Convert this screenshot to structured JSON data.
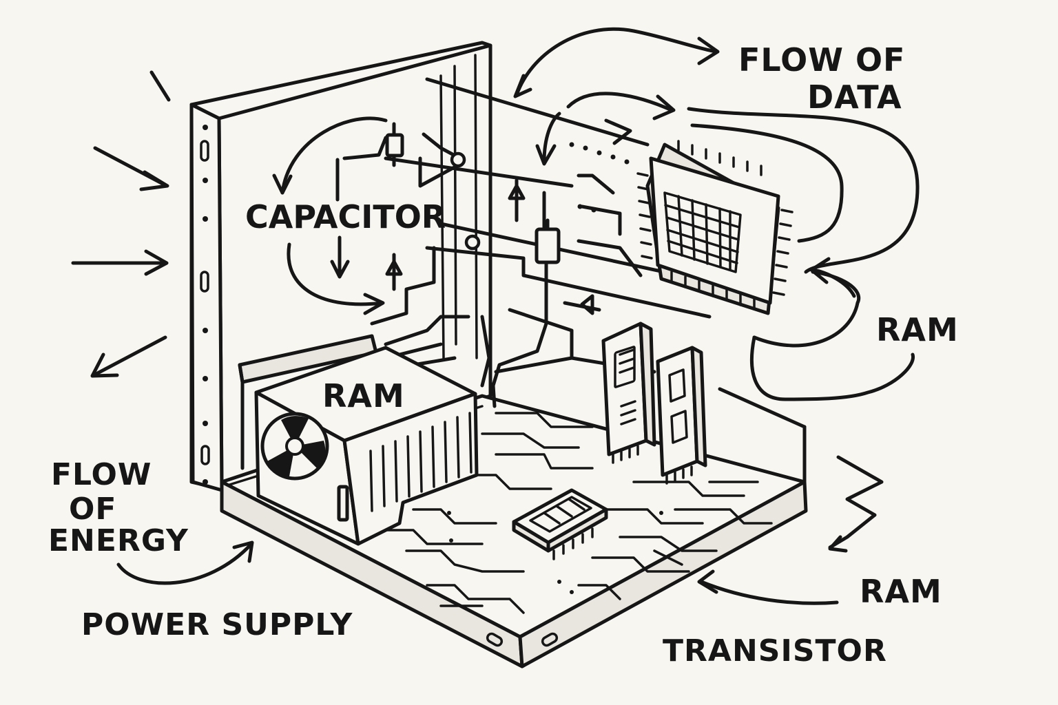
{
  "labels": {
    "flow_of_data_1": "FLOW OF",
    "flow_of_data_2": "DATA",
    "capacitor": "CAPACITOR",
    "ram_psu": "RAM",
    "ram_right_upper": "RAM",
    "ram_right_lower": "RAM",
    "flow_of_energy_1": "FLOW",
    "flow_of_energy_2": "OF",
    "flow_of_energy_3": "ENERGY",
    "power_supply": "POWER SUPPLY",
    "transistor": "TRANSISTOR"
  }
}
